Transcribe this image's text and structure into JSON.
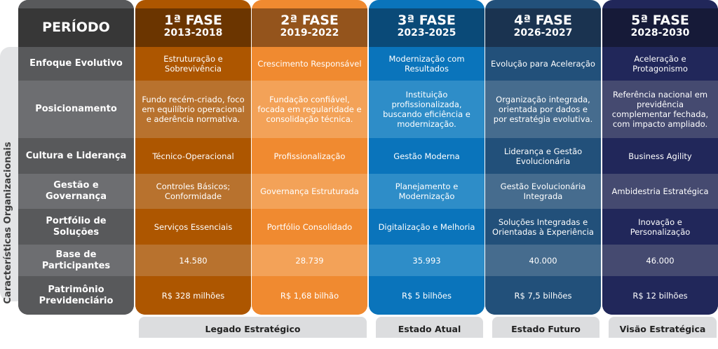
{
  "side_label": "Características Organizacionais",
  "period_label": "PERÍODO",
  "row_labels": [
    "Enfoque Evolutivo",
    "Posicionamento",
    "Cultura e Liderança",
    "Gestão e Governança",
    "Portfólio de Soluções",
    "Base de Participantes",
    "Patrimônio Previdenciário"
  ],
  "phases": [
    {
      "title": "1ª FASE",
      "years": "2013-2018",
      "cells": [
        "Estruturação e Sobrevivência",
        "Fundo recém-criado, foco em equilíbrio operacional e aderência normativa.",
        "Técnico-Operacional",
        "Controles Básicos; Conformidade",
        "Serviços Essenciais",
        "14.580",
        "R$ 328 milhões"
      ],
      "color": "#ad5600",
      "header_color": "#6b3500",
      "light_color": "#b8722e"
    },
    {
      "title": "2ª FASE",
      "years": "2019-2022",
      "cells": [
        "Crescimento Responsável",
        "Fundação confiável, focada em regularidade e consolidação técnica.",
        "Profissionalização",
        "Governança Estruturada",
        "Portfólio Consolidado",
        "28.739",
        "R$ 1,68 bilhão"
      ],
      "color": "#f08a30",
      "header_color": "#94541c",
      "light_color": "#f3a258"
    },
    {
      "title": "3ª FASE",
      "years": "2023-2025",
      "cells": [
        "Modernização com Resultados",
        "Instituição profissionalizada, buscando eficiência e modernização.",
        "Gestão Moderna",
        "Planejamento e Modernização",
        "Digitalização e Melhoria",
        "35.993",
        "R$ 5 bilhões"
      ],
      "color": "#0a74bb",
      "header_color": "#0a4a78",
      "light_color": "#2e8dc8"
    },
    {
      "title": "4ª FASE",
      "years": "2026-2027",
      "cells": [
        "Evolução para Aceleração",
        "Organização integrada, orientada por dados e por estratégia evolutiva.",
        "Liderança e Gestão Evolucionária",
        "Gestão Evolucionária Integrada",
        "Soluções Integradas e Orientadas à Experiência",
        "40.000",
        "R$ 7,5 bilhões"
      ],
      "color": "#22507a",
      "header_color": "#1a3350",
      "light_color": "#466c8e"
    },
    {
      "title": "5ª FASE",
      "years": "2028-2030",
      "cells": [
        "Aceleração e Protagonismo",
        "Referência nacional em previdência complementar fechada, com impacto ampliado.",
        "Business Agility",
        "Ambidestria Estratégica",
        "Inovação e Personalização",
        "46.000",
        "R$ 12 bilhões"
      ],
      "color": "#21275a",
      "header_color": "#161a38",
      "light_color": "#454a70"
    }
  ],
  "footer": [
    "Legado Estratégico",
    "Estado Atual",
    "Estado Futuro",
    "Visão Estratégica"
  ]
}
